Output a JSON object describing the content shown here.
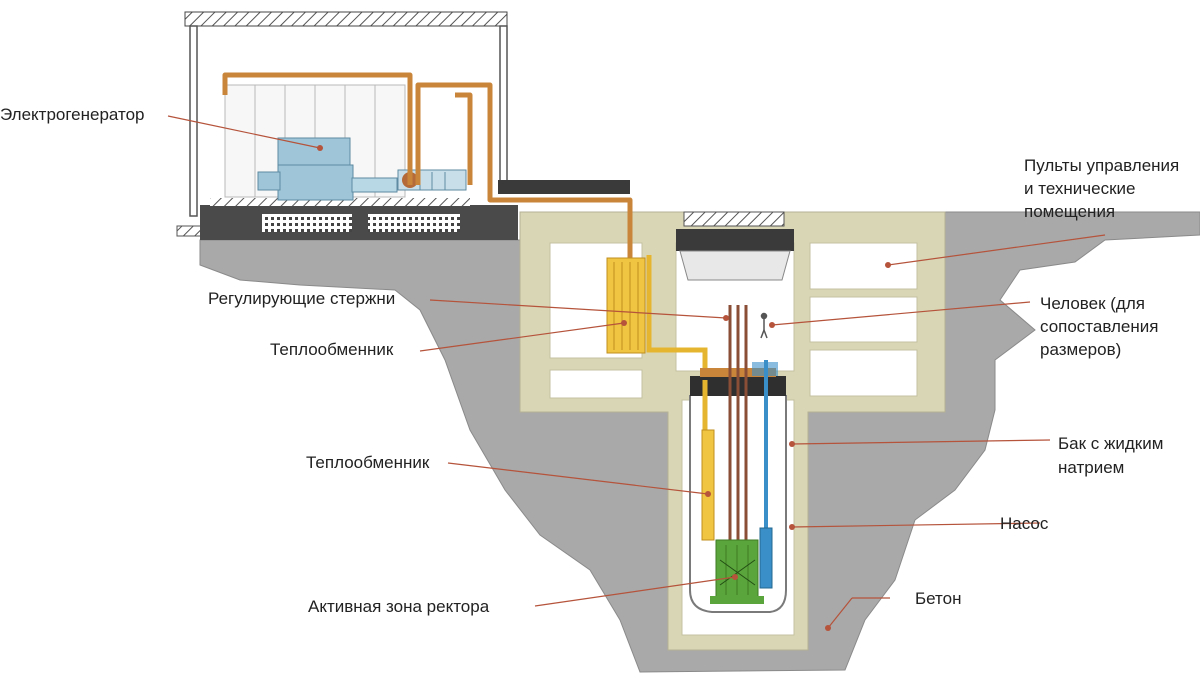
{
  "labels": {
    "generator": "Электрогенератор",
    "control_rooms": [
      "Пульты управления",
      "и технические",
      "помещения"
    ],
    "control_rods": "Регулирующие стержни",
    "heat_exchanger_upper": "Теплообменник",
    "person": [
      "Человек (для",
      "сопоставления",
      "размеров)"
    ],
    "heat_exchanger_lower": "Теплообменник",
    "sodium_tank": [
      "Бак с жидким",
      "натрием"
    ],
    "pump": "Насос",
    "reactor_core": "Активная зона ректора",
    "concrete": "Бетон"
  },
  "colors": {
    "leader": "#b5533b",
    "ground": "#a9a9a9",
    "concrete_liner": "#d9d6b6",
    "copper_pipe": "#c9863b",
    "hot_pipe": "#e6b52f",
    "cold_pipe": "#3a8fc8",
    "generator": "#9fc6d8",
    "core": "#5aa63c"
  }
}
